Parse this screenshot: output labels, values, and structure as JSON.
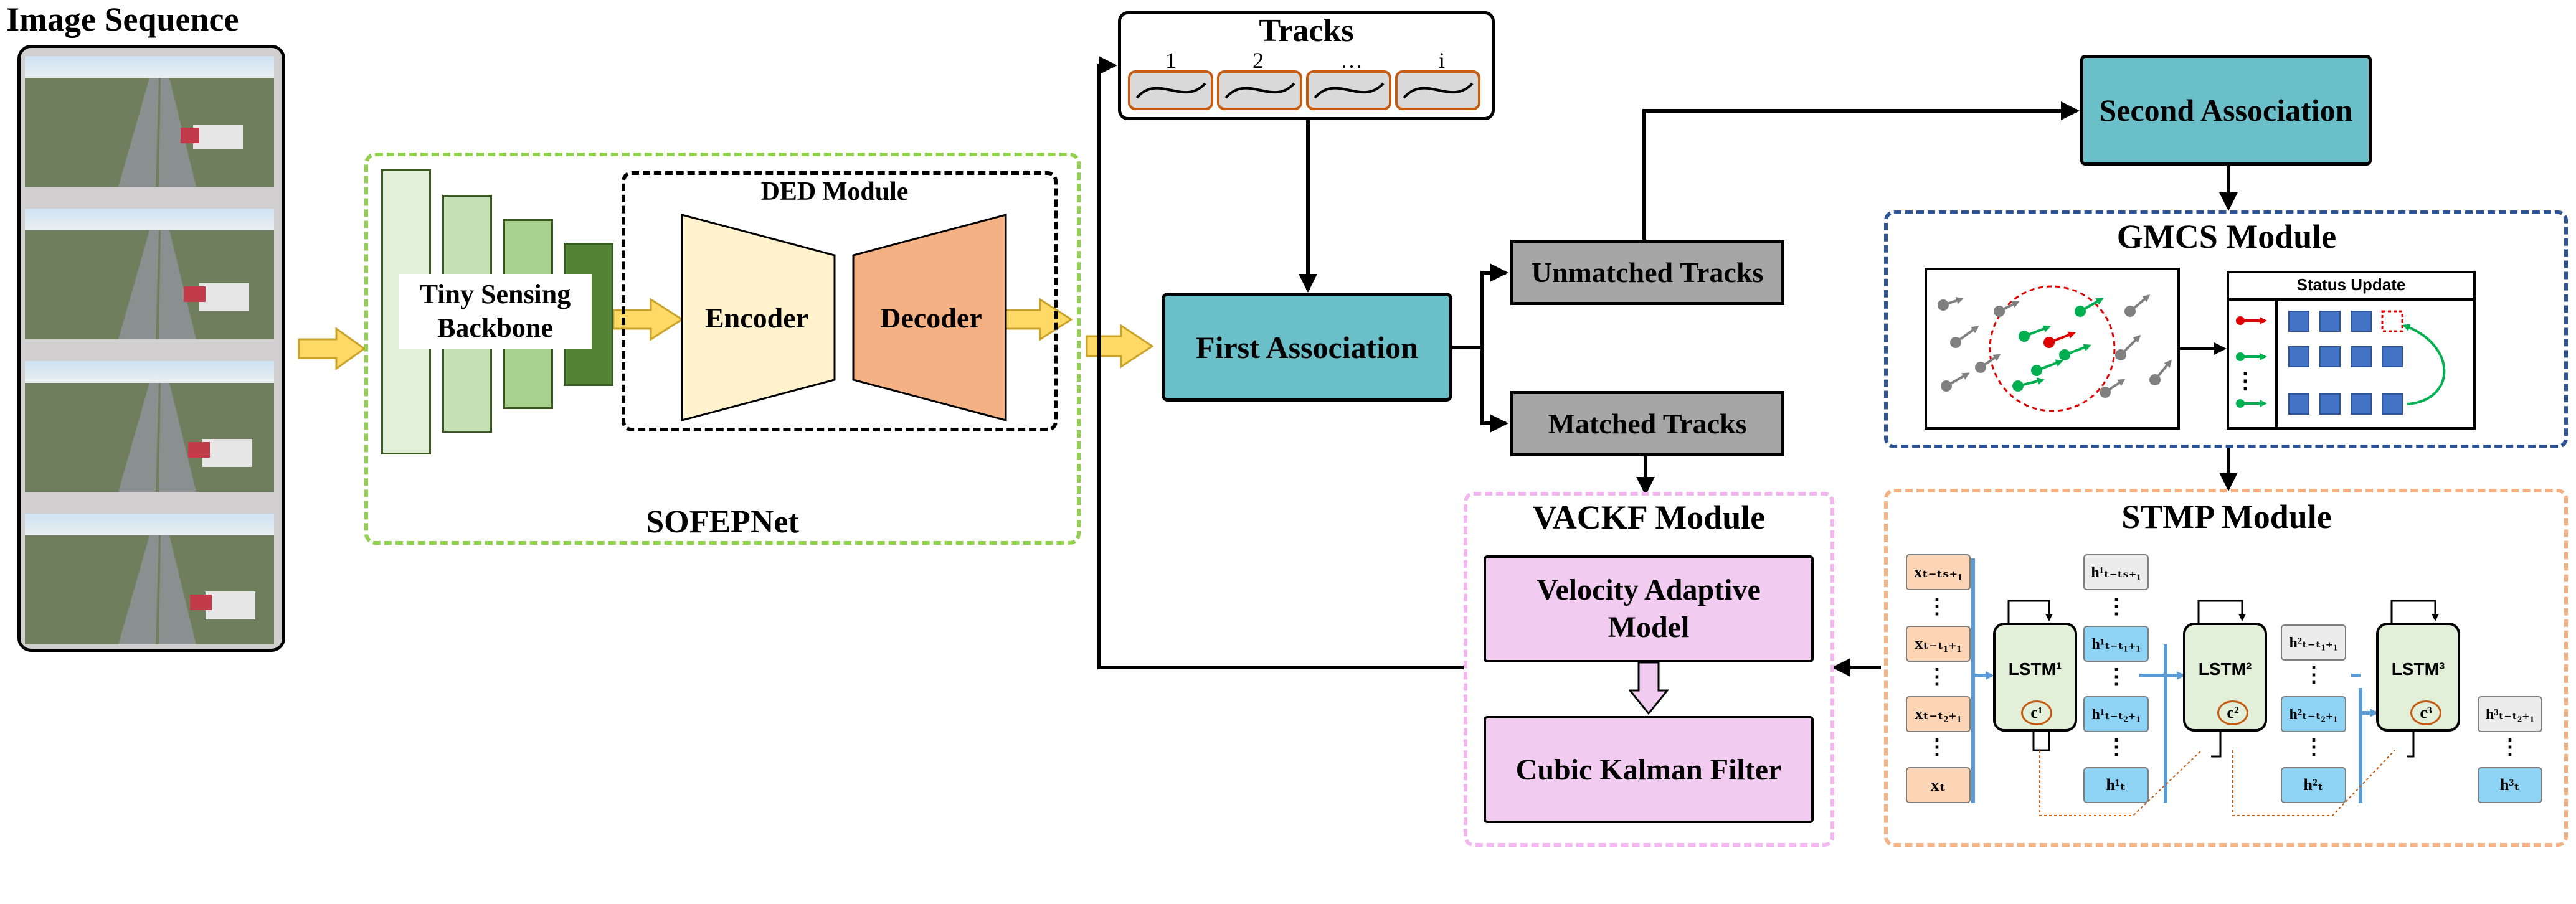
{
  "image_sequence": {
    "title": "Image Sequence"
  },
  "sofepnet": {
    "label": "SOFEPNet",
    "backbone_label": "Tiny Sensing Backbone",
    "ded_label": "DED Module",
    "encoder": "Encoder",
    "decoder": "Decoder"
  },
  "tracks": {
    "title": "Tracks",
    "indices": [
      "1",
      "2",
      "…",
      "i"
    ]
  },
  "first_association": "First Association",
  "unmatched_tracks": "Unmatched Tracks",
  "matched_tracks": "Matched Tracks",
  "second_association": "Second Association",
  "gmcs": {
    "title": "GMCS Module",
    "status_update": "Status Update",
    "ellipsis": "⋮"
  },
  "vackf": {
    "title": "VACKF Module",
    "velocity_model": "Velocity Adaptive Model",
    "kalman": "Cubic Kalman Filter"
  },
  "stmp": {
    "title": "STMP Module",
    "lstm_labels": [
      "LSTM¹",
      "LSTM²",
      "LSTM³"
    ],
    "cell_labels": [
      "c¹",
      "c²",
      "c³"
    ],
    "input_labels": [
      "xₜ₋ₜₛ₊₁",
      "xₜ₋ₜ₁₊₁",
      "xₜ₋ₜ₂₊₁",
      "xₜ"
    ],
    "h1_labels": [
      "h¹ₜ₋ₜₛ₊₁",
      "h¹ₜ₋ₜ₁₊₁",
      "h¹ₜ₋ₜ₂₊₁",
      "h¹ₜ"
    ],
    "h2_labels": [
      "h²ₜ₋ₜ₁₊₁",
      "h²ₜ₋ₜ₂₊₁",
      "h²ₜ"
    ],
    "h3_labels": [
      "h³ₜ₋ₜ₂₊₁",
      "h³ₜ"
    ]
  },
  "colors": {
    "green_dash": "#92d050",
    "ded_dash": "#000000",
    "encoder_fill": "#fff2cc",
    "decoder_fill": "#f4b183",
    "assoc_fill": "#6bbfc9",
    "gray_fill": "#a6a6a6",
    "gmcs_dash": "#2f5597",
    "stmp_dash": "#f4b183",
    "vackf_dash": "#f3b6f0",
    "vackf_fill": "#f2ccf0",
    "arrow_yellow": "#ffd966",
    "lstm_fill": "#e2f0d9",
    "x_fill": "#fbd5b5",
    "h_gray": "#ececec",
    "h_blue": "#8fd3f4"
  }
}
